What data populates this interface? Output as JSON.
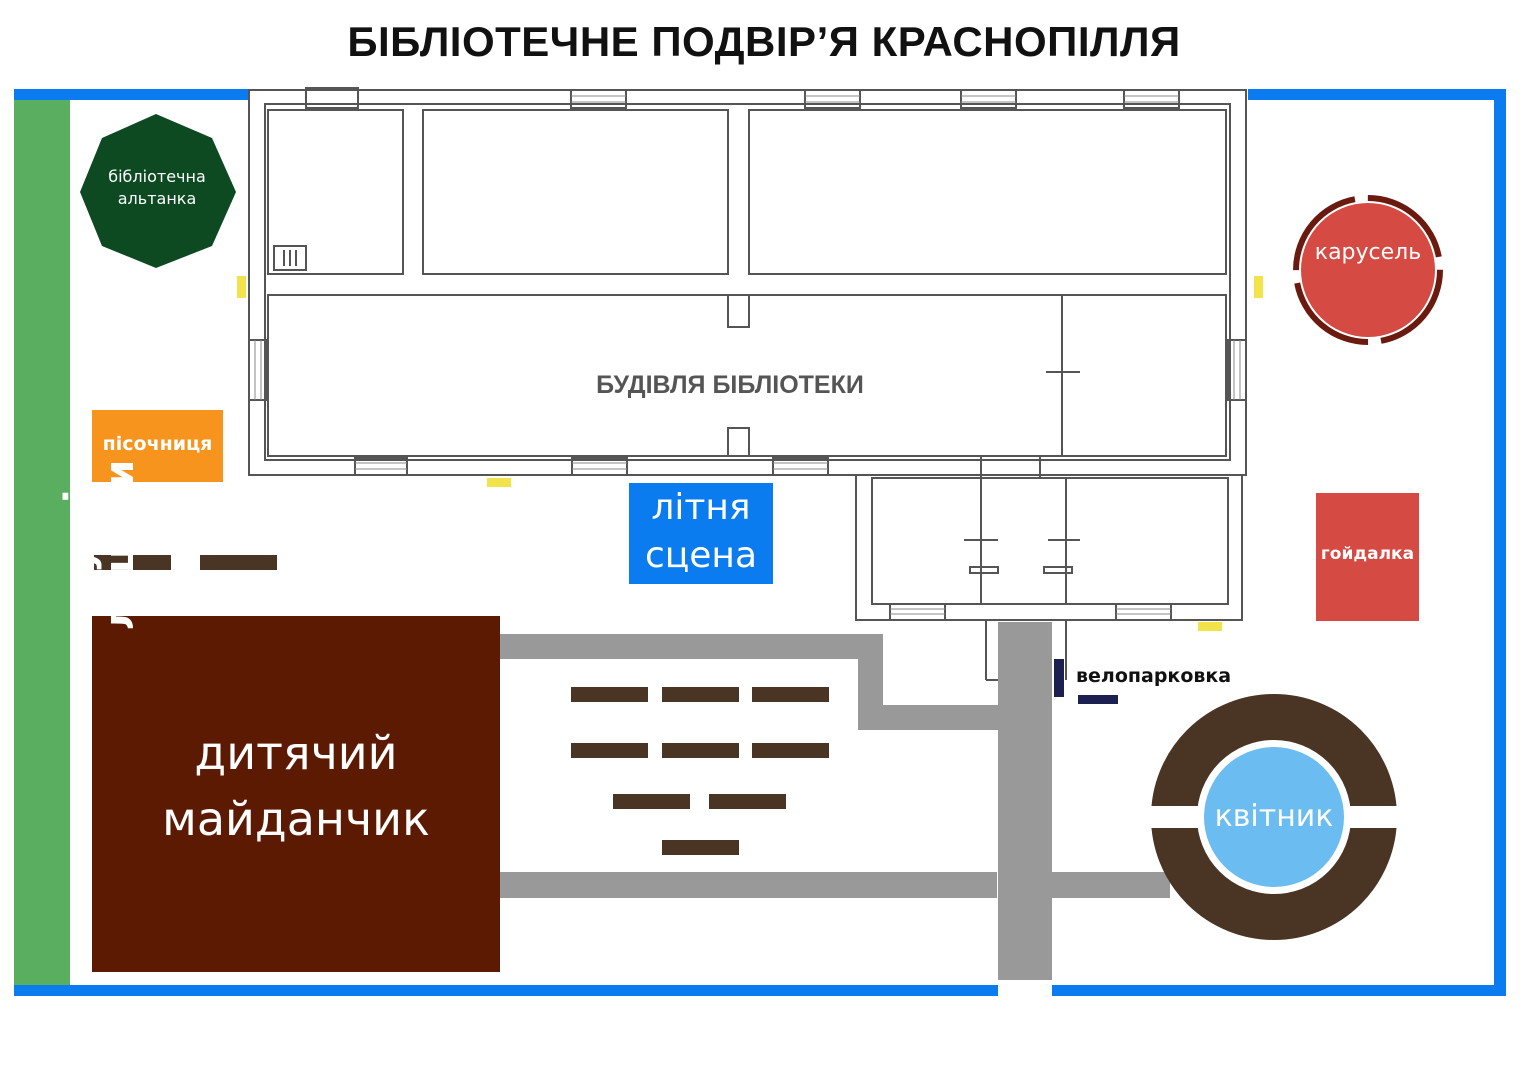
{
  "title": "БІБЛІОТЕЧНЕ ПОДВІР’Я КРАСНОПІЛЛЯ",
  "labels": {
    "hedge": "кущі ліщини",
    "gazebo_line1": "бібліотечна",
    "gazebo_line2": "альтанка",
    "sandbox": "пісочниця",
    "building": "БУДІВЛЯ БІБЛІОТЕКИ",
    "stage_line1": "літня",
    "stage_line2": "сцена",
    "playground_line1": "дитячий",
    "playground_line2": "майданчик",
    "carousel": "карусель",
    "swing": "гойдалка",
    "bike_parking": "велопарковка",
    "flowerbed": "квітник"
  },
  "colors": {
    "fence": "#0a7cf0",
    "hedge": "#5aae5f",
    "gazebo": "#0d4a22",
    "sandbox": "#f7941d",
    "stage": "#0a7cf0",
    "playground": "#5c1a02",
    "carousel": "#d54a43",
    "carousel_rim": "#6b1a10",
    "swing": "#d54a43",
    "path": "#999999",
    "bench": "#4a3524",
    "flowerbed_ring": "#4a3524",
    "flowerbed_center": "#6bbcf0",
    "bike_rack": "#1c2050",
    "door_marker": "#f2e34a",
    "wall": "#555555"
  }
}
